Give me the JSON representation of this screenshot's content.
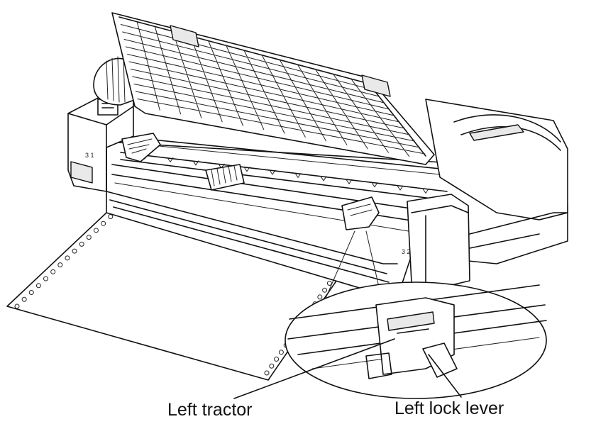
{
  "callouts": {
    "left_tractor": "Left tractor",
    "left_lock_lever": "Left lock lever"
  },
  "icons": [
    "printer-illustration",
    "continuous-paper",
    "magnified-tractor-detail"
  ],
  "colors": {
    "line": "#111111",
    "background": "#ffffff"
  }
}
